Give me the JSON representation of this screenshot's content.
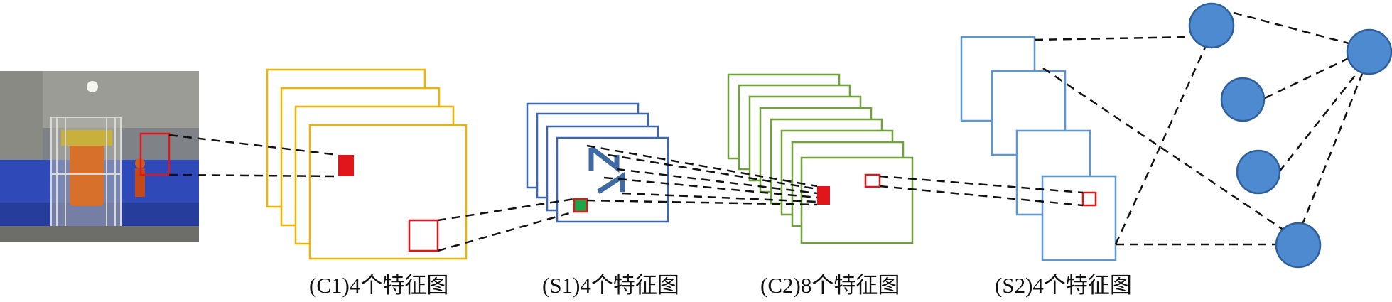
{
  "captions": {
    "c1": "(C1)4个特征图",
    "s1": "(S1)4个特征图",
    "c2": "(C2)8个特征图",
    "s2": "(S2)4个特征图"
  },
  "counts": {
    "c1_maps": 4,
    "s1_maps": 4,
    "c2_maps": 8,
    "s2_maps": 4,
    "hidden_nodes": 4,
    "output_nodes": 1
  },
  "colors": {
    "c1": "#f0b400",
    "s1": "#3d66b0",
    "c2": "#6fa33a",
    "s2": "#5b97d5",
    "node_fill": "#4e8ad0",
    "node_stroke": "#2e5f9a",
    "highlight": "#e0161b",
    "kernel_green": "#18a84a",
    "dashed": "#111111"
  },
  "icons": {
    "input_photo": "mine-cage-photo-icon",
    "s1_glyph": "zigzag-glyph-icon"
  }
}
